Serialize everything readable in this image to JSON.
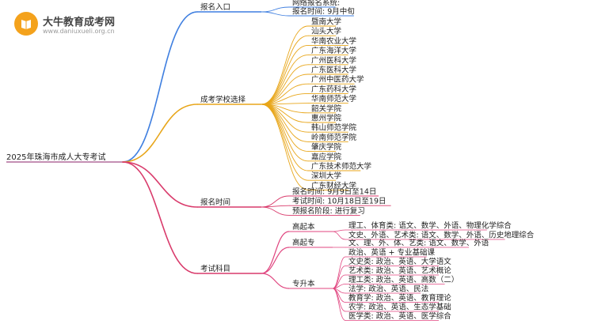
{
  "site": {
    "name": "大牛教育成考网",
    "url": "www.daniuxueli.org.cn"
  },
  "root": "2025年珠海市成人大专考试",
  "colors": {
    "blue": "#3f7fe0",
    "orange": "#e8a61a",
    "magenta": "#d93a6b",
    "pink": "#e0457f",
    "root_line": "#b06a9a"
  },
  "branches": [
    {
      "label": "报名入口",
      "color": "blue",
      "leaves": [
        "网络报名系统:",
        "报名时间: 9月中旬"
      ]
    },
    {
      "label": "成考学校选择",
      "color": "orange",
      "leaves": [
        "暨南大学",
        "汕头大学",
        "华南农业大学",
        "广东海洋大学",
        "广州医科大学",
        "广东医科大学",
        "广州中医药大学",
        "广东药科大学",
        "华南师范大学",
        "韶关学院",
        "惠州学院",
        "韩山师范学院",
        "岭南师范学院",
        "肇庆学院",
        "嘉应学院",
        "广东技术师范大学",
        "深圳大学",
        "广东财经大学"
      ]
    },
    {
      "label": "报名时间",
      "color": "magenta",
      "leaves": [
        "报名时间: 9月9日至14日",
        "考试时间: 10月18日至19日",
        "预报名阶段: 进行复习"
      ]
    },
    {
      "label": "考试科目",
      "color": "magenta",
      "groups": [
        {
          "label": "高起本",
          "leaves": [
            "理工、体育类: 语文、数学、外语、物理化学综合",
            "文史、外语、艺术类: 语文、数学、外语、历史地理综合"
          ]
        },
        {
          "label": "高起专",
          "leaves": [
            "文、理、外、体、艺类: 语文、数学、外语"
          ]
        },
        {
          "label": "专升本",
          "leaves": [
            "政治、英语 + 专业基础课",
            "文史类: 政治、英语、大学语文",
            "艺术类: 政治、英语、艺术概论",
            "理工类: 政治、英语、高数（二）",
            "法学: 政治、英语、民法",
            "教育学: 政治、英语、教育理论",
            "农学: 政治、英语、生态学基础",
            "医学类: 政治、英语、医学综合"
          ]
        }
      ]
    }
  ]
}
